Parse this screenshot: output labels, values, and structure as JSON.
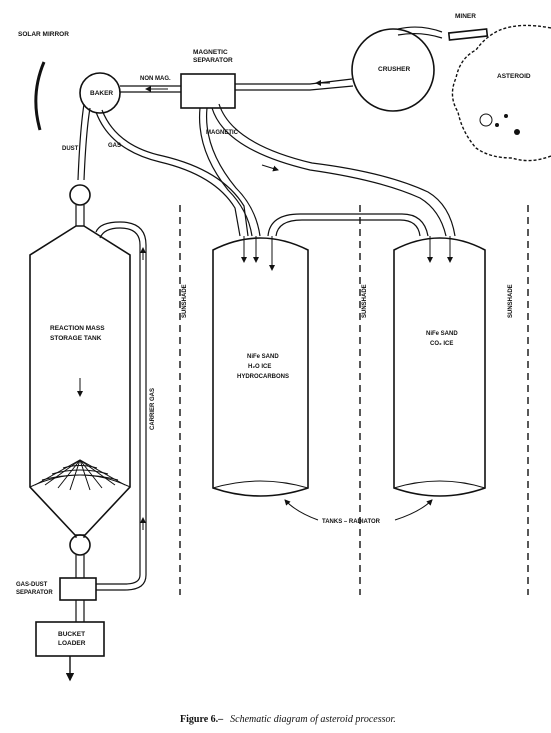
{
  "labels": {
    "solar_mirror": "SOLAR MIRROR",
    "magnetic_separator_1": "MAGNETIC",
    "magnetic_separator_2": "SEPARATOR",
    "miner": "MINER",
    "crusher": "CRUSHER",
    "asteroid": "ASTEROID",
    "baker": "BAKER",
    "non_mag": "NON MAG.",
    "magnetic": "MAGNETIC",
    "dust": "DUST",
    "gas": "GAS",
    "reaction_tank_1": "REACTION MASS",
    "reaction_tank_2": "STORAGE TANK",
    "carrier_gas": "CARRIER GAS",
    "sunshade": "SUNSHADE",
    "tank1_line1": "NiFe SAND",
    "tank1_line2": "H₂O ICE",
    "tank1_line3": "HYDROCARBONS",
    "tank2_line1": "NiFe SAND",
    "tank2_line2": "CO₂ ICE",
    "tanks_radiator": "TANKS – RADIATOR",
    "gas_dust_separator_1": "GAS-DUST",
    "gas_dust_separator_2": "SEPARATOR",
    "bucket_loader_1": "BUCKET",
    "bucket_loader_2": "LOADER"
  },
  "caption": {
    "figure": "Figure 6.–",
    "text": "Schematic diagram of asteroid processor."
  }
}
